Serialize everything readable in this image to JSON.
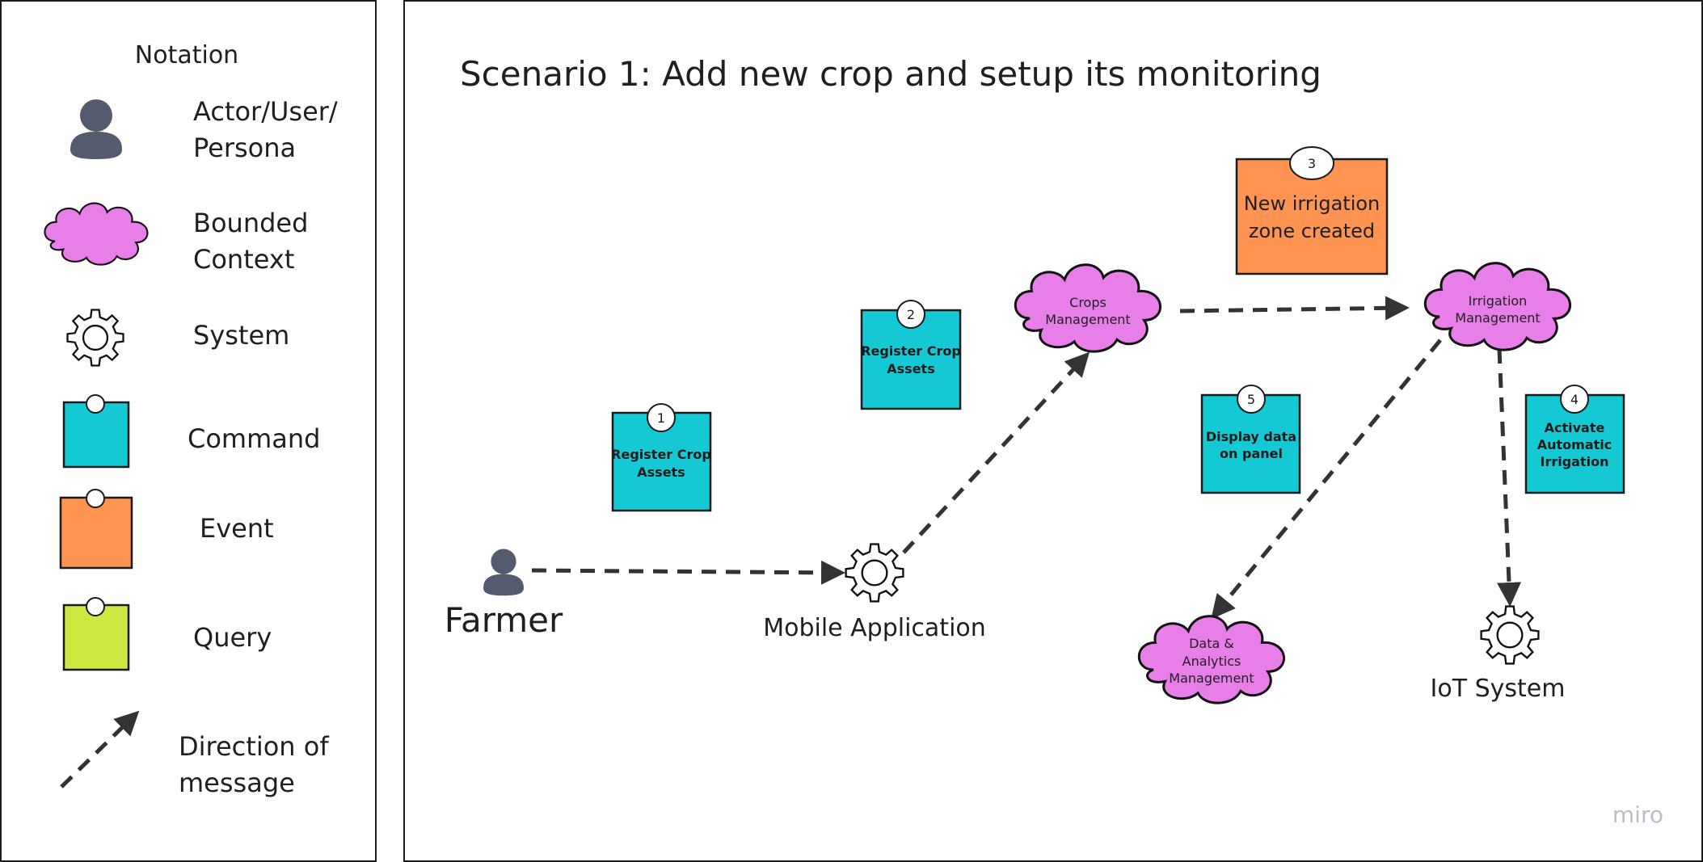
{
  "notation": {
    "title": "Notation",
    "actor": [
      "Actor/User/",
      "Persona"
    ],
    "bounded_context": [
      "Bounded",
      "Context"
    ],
    "system": "System",
    "command": "Command",
    "event": "Event",
    "query": "Query",
    "direction": [
      "Direction of",
      "message"
    ]
  },
  "scenario": {
    "title": "Scenario 1: Add new crop  and setup its monitoring",
    "farmer": "Farmer",
    "mobile_app": "Mobile Application",
    "iot_system": "IoT System",
    "crops_mgmt": [
      "Crops",
      "Management"
    ],
    "irrigation_mgmt": [
      "Irrigation",
      "Management"
    ],
    "data_mgmt": [
      "Data &",
      "Analytics",
      "Management"
    ],
    "cmd1": {
      "n": "1",
      "lines": [
        "Register Crop",
        "Assets"
      ]
    },
    "cmd2": {
      "n": "2",
      "lines": [
        "Register Crop",
        "Assets"
      ]
    },
    "event3": {
      "n": "3",
      "lines": [
        "New irrigation",
        "zone created"
      ]
    },
    "cmd4": {
      "n": "4",
      "lines": [
        "Activate",
        "Automatic",
        "Irrigation"
      ]
    },
    "cmd5": {
      "n": "5",
      "lines": [
        "Display data",
        "on panel"
      ]
    }
  },
  "branding": "miro",
  "colors": {
    "command": "#14c9d3",
    "event": "#ff9452",
    "query": "#cde840",
    "bounded_context": "#e87ee8",
    "actor": "#555b6e",
    "arrow": "#333333"
  }
}
